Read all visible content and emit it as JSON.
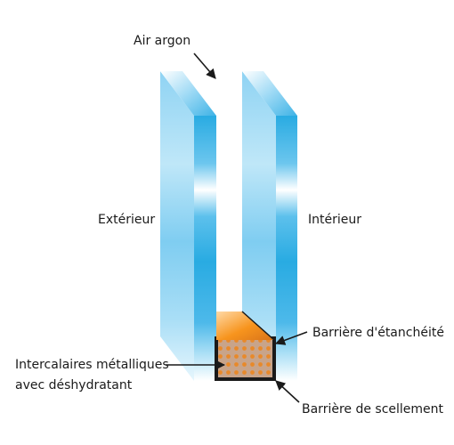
{
  "labels": {
    "air_gap": "Air argon",
    "outside": "Extérieur",
    "inside": "Intérieur",
    "seal_barrier": "Barrière d'étanchéité",
    "spacer_line1": "Intercalaires métalliques",
    "spacer_line2": "avec déshydratant",
    "sealing_barrier": "Barrière de scellement"
  },
  "colors": {
    "glass_blue": "#29abe2",
    "glass_light": "#bfe7f8",
    "spacer_orange": "#f7941d",
    "spacer_fill": "#c8a48a",
    "desiccant_dots": "#e8892a",
    "outline": "#1a1a1a"
  }
}
